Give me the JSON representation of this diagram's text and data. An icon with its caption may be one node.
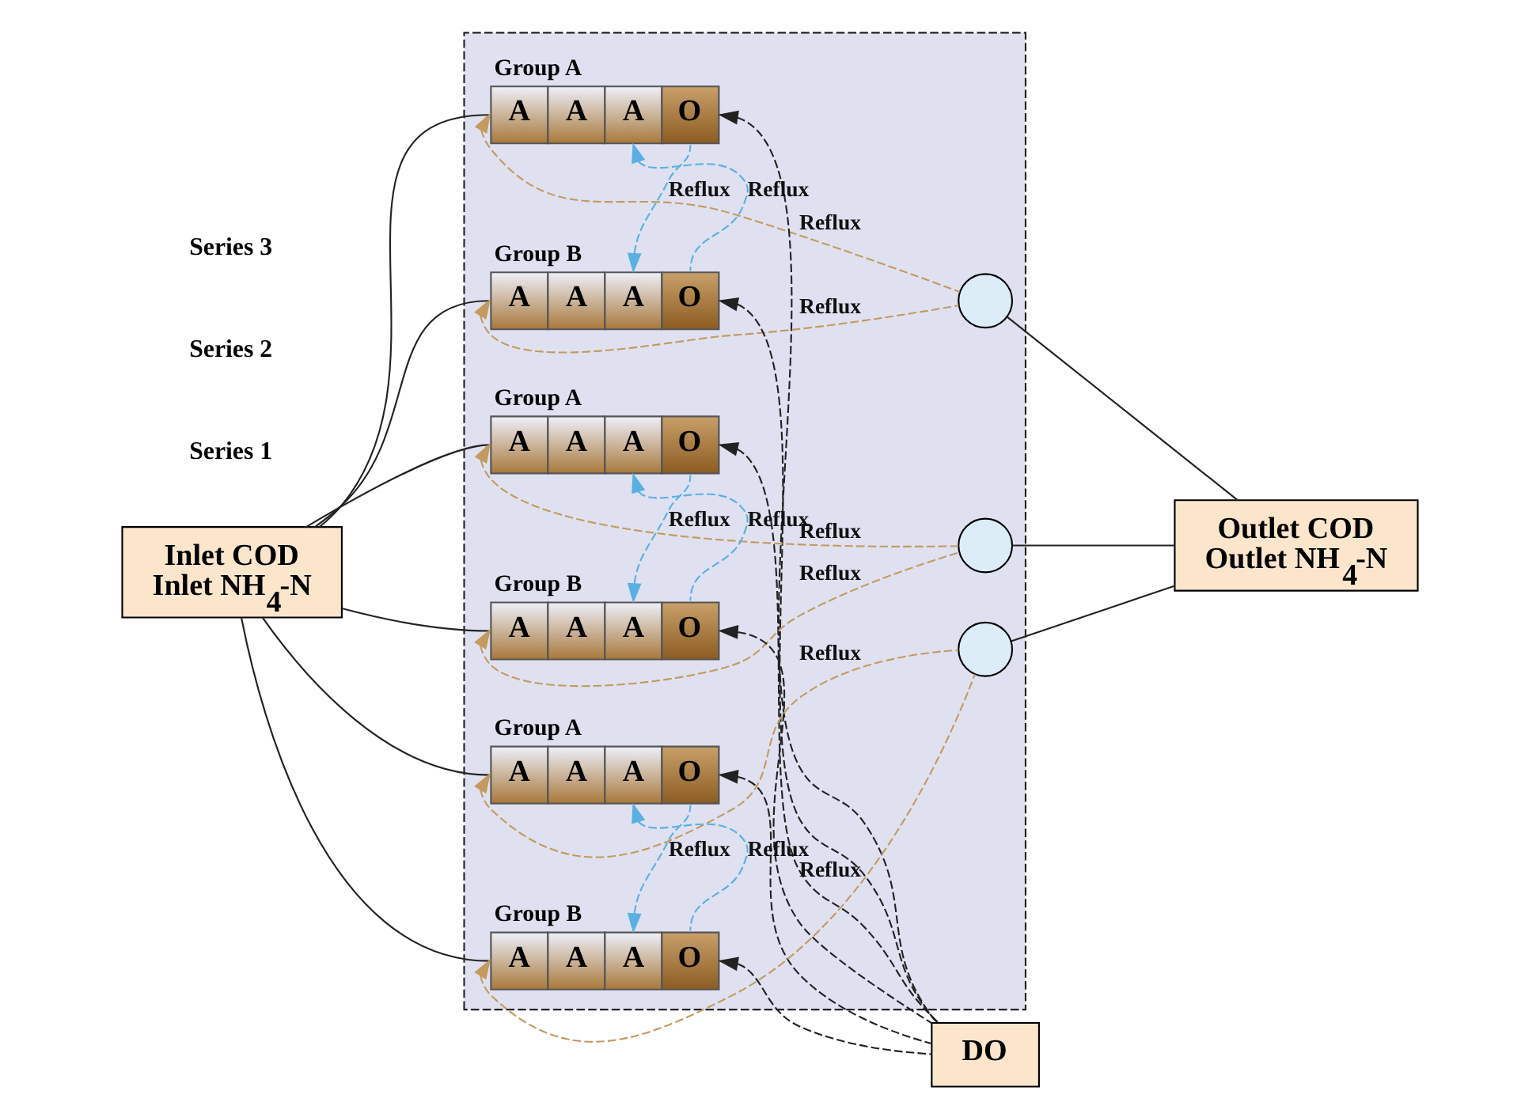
{
  "diagram": {
    "nodes": [
      {
        "text": [
          "Inlet COD",
          "Inlet NH$_{4}$-N"
        ]
      },
      {
        "text": [],
        "shape": "box"
      },
      {
        "text": [
          "A",
          "A",
          "A",
          "O"
        ],
        "in": 1,
        "beside": [
          "Group A"
        ]
      },
      {
        "text": [
          "A",
          "A",
          "A",
          "O"
        ],
        "in": 1,
        "beside": [
          "Group B"
        ]
      },
      {
        "text": [],
        "shape": "circle",
        "in": 1
      },
      {
        "text": [
          "A",
          "A",
          "A",
          "O"
        ],
        "in": 1,
        "beside": [
          "Group A"
        ]
      },
      {
        "text": [
          "A",
          "A",
          "A",
          "O"
        ],
        "in": 1,
        "beside": [
          "Group B"
        ]
      },
      {
        "text": [],
        "shape": "circle",
        "in": 1
      },
      {
        "text": [
          "A",
          "A",
          "A",
          "O"
        ],
        "in": 1,
        "beside": [
          "Group A"
        ]
      },
      {
        "text": [
          "A",
          "A",
          "A",
          "O"
        ],
        "in": 1,
        "beside": [
          "Group B"
        ]
      },
      {
        "text": [],
        "shape": "circle",
        "in": 1
      },
      {
        "text": [
          "DO"
        ]
      },
      {
        "text": [
          "Outlet COD",
          "Outlet NH$_{4}$-N"
        ]
      }
    ],
    "edges": [
      {
        "from": 0,
        "to": 2,
        "arrow": "none"
      },
      {
        "from": 0,
        "to": 3,
        "arrow": "none"
      },
      {
        "from": 0,
        "to": 5,
        "arrow": "none"
      },
      {
        "from": 0,
        "to": 6,
        "arrow": "none"
      },
      {
        "from": 0,
        "to": 8,
        "arrow": "none"
      },
      {
        "from": 0,
        "to": 9,
        "arrow": "none"
      },
      {
        "from": 4,
        "to": 2,
        "arrow": "to",
        "label": "Reflux",
        "style": "dashed",
        "color": "#c49a5e"
      },
      {
        "from": 2,
        "to": 3,
        "arrow": "to",
        "label": "Reflux",
        "style": "dashed",
        "color": "#5ab0e0"
      },
      {
        "from": 3,
        "to": 2,
        "arrow": "to",
        "label": "Reflux",
        "style": "dashed",
        "color": "#5ab0e0"
      },
      {
        "from": 4,
        "to": 3,
        "arrow": "to",
        "label": "Reflux",
        "style": "dashed",
        "color": "#c49a5e"
      },
      {
        "from": 7,
        "to": 5,
        "arrow": "to",
        "label": "Reflux",
        "style": "dashed",
        "color": "#c49a5e"
      },
      {
        "from": 5,
        "to": 6,
        "arrow": "to",
        "label": "Reflux",
        "style": "dashed",
        "color": "#5ab0e0"
      },
      {
        "from": 6,
        "to": 5,
        "arrow": "to",
        "label": "Reflux",
        "style": "dashed",
        "color": "#5ab0e0"
      },
      {
        "from": 7,
        "to": 6,
        "arrow": "to",
        "label": "Reflux",
        "style": "dashed",
        "color": "#c49a5e"
      },
      {
        "from": 10,
        "to": 8,
        "arrow": "to",
        "label": "Reflux",
        "style": "dashed",
        "color": "#c49a5e"
      },
      {
        "from": 8,
        "to": 9,
        "arrow": "to",
        "label": "Reflux",
        "style": "dashed",
        "color": "#5ab0e0"
      },
      {
        "from": 9,
        "to": 8,
        "arrow": "to",
        "label": "Reflux",
        "style": "dashed",
        "color": "#5ab0e0"
      },
      {
        "from": 10,
        "to": 9,
        "arrow": "to",
        "label": "Reflux",
        "style": "dashed",
        "color": "#c49a5e"
      },
      {
        "from": 11,
        "to": 2,
        "arrow": "to",
        "style": "dashed"
      },
      {
        "from": 11,
        "to": 3,
        "arrow": "to",
        "style": "dashed"
      },
      {
        "from": 11,
        "to": 5,
        "arrow": "to",
        "style": "dashed"
      },
      {
        "from": 11,
        "to": 6,
        "arrow": "to",
        "style": "dashed"
      },
      {
        "from": 11,
        "to": 8,
        "arrow": "to",
        "style": "dashed"
      },
      {
        "from": 11,
        "to": 9,
        "arrow": "to",
        "style": "dashed"
      },
      {
        "from": 4,
        "to": 12,
        "arrow": "none"
      },
      {
        "from": 7,
        "to": 12,
        "arrow": "none"
      },
      {
        "from": 10,
        "to": 12,
        "arrow": "none"
      }
    ],
    "labels": [
      "Series 1",
      "Series 2",
      "Series 3"
    ]
  }
}
